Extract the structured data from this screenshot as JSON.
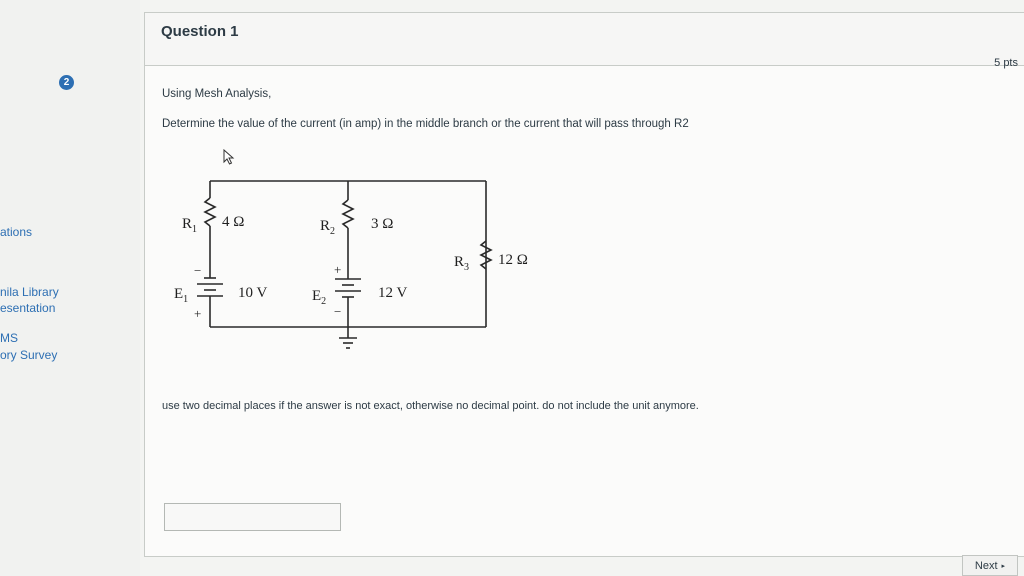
{
  "sidebar": {
    "badge": "2",
    "links": [
      "ations",
      "nila Library",
      "esentation",
      "MS",
      "ory Survey"
    ]
  },
  "question": {
    "title": "Question 1",
    "points": "5 pts",
    "line1": "Using Mesh Analysis,",
    "line2": "Determine the value of the current (in amp) in the middle branch or the current that will pass through R2",
    "instruction": "use two decimal places if the answer is not exact, otherwise no decimal point. do not include the unit anymore."
  },
  "circuit": {
    "r1_label": "R",
    "r1_sub": "1",
    "r1_value": "4 Ω",
    "r2_label": "R",
    "r2_sub": "2",
    "r2_value": "3 Ω",
    "r3_label": "R",
    "r3_sub": "3",
    "r3_value": "12 Ω",
    "e1_label": "E",
    "e1_sub": "1",
    "e1_value": "10 V",
    "e2_label": "E",
    "e2_sub": "2",
    "e2_value": "12 V",
    "plus": "+",
    "minus": "−"
  },
  "answer": {
    "value": ""
  },
  "nav": {
    "next_label": "Next"
  }
}
